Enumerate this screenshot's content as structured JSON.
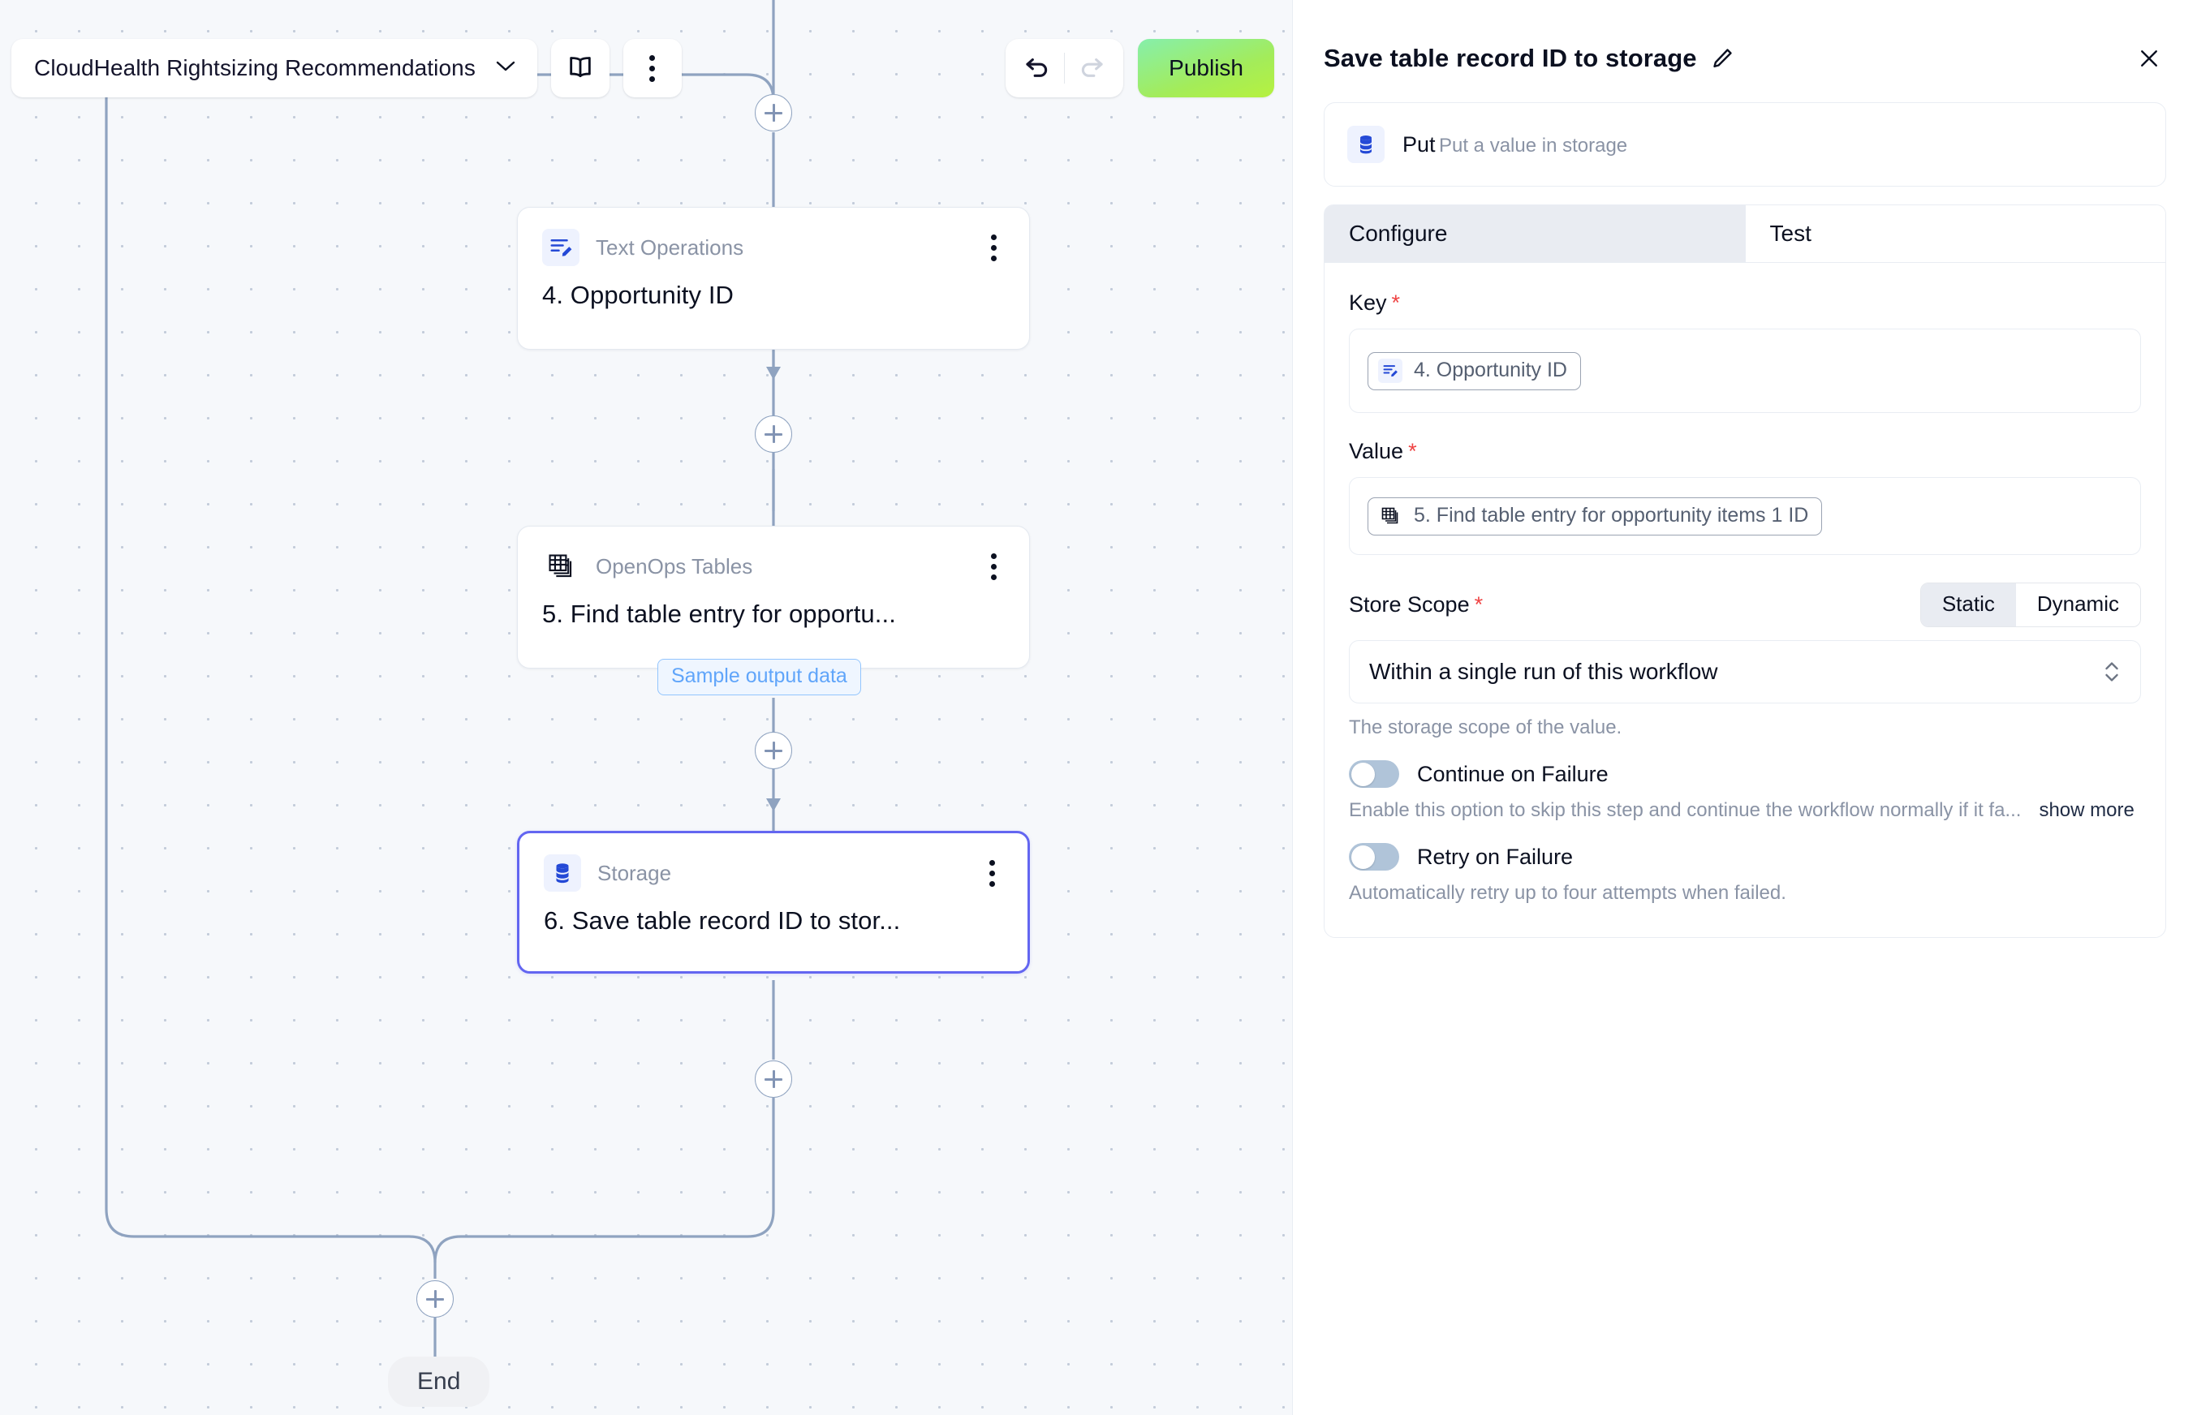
{
  "workflow": {
    "name": "CloudHealth Rightsizing Recommendations",
    "chevron_icon": "chevron-down-icon",
    "docs_icon": "book-icon",
    "more_icon": "kebab-menu-icon",
    "undo_icon": "undo-icon",
    "redo_icon": "redo-icon",
    "publish_label": "Publish",
    "publish_color": "#a9ee55",
    "end_label": "End",
    "add_step_label": "+",
    "sample_output_label": "Sample output data"
  },
  "nodes": [
    {
      "type": "Text Operations",
      "title": "4. Opportunity ID",
      "icon": "text-operations-icon",
      "selected": false
    },
    {
      "type": "OpenOps Tables",
      "title": "5. Find table entry for opportu...",
      "icon": "tables-icon",
      "selected": false
    },
    {
      "type": "Storage",
      "title": "6. Save table record ID to stor...",
      "icon": "database-icon",
      "selected": true
    }
  ],
  "panel": {
    "title": "Save table record ID to storage",
    "edit_icon": "pencil-icon",
    "close_icon": "close-icon",
    "piece": {
      "name": "Put",
      "description": "Put a value in storage",
      "icon": "database-icon"
    },
    "tabs": [
      {
        "label": "Configure",
        "active": true
      },
      {
        "label": "Test",
        "active": false
      }
    ],
    "fields": {
      "key": {
        "label": "Key",
        "required": "*",
        "chip_text": "4. Opportunity ID",
        "chip_icon": "text-operations-icon"
      },
      "value": {
        "label": "Value",
        "required": "*",
        "chip_text": "5. Find table entry for opportunity items 1 ID",
        "chip_icon": "tables-icon"
      },
      "store_scope": {
        "label": "Store Scope",
        "required": "*",
        "mode_static": "Static",
        "mode_dynamic": "Dynamic",
        "selected_mode": "Static",
        "selected_option": "Within a single run of this workflow",
        "caret_icon": "chevron-up-down-icon",
        "hint": "The storage scope of the value."
      }
    },
    "options": {
      "continue_on_failure": {
        "label": "Continue on Failure",
        "enabled": false,
        "description": "Enable this option to skip this step and continue the workflow normally if it fa...",
        "show_more": "show more"
      },
      "retry_on_failure": {
        "label": "Retry on Failure",
        "enabled": false,
        "description": "Automatically retry up to four attempts when failed."
      }
    }
  }
}
